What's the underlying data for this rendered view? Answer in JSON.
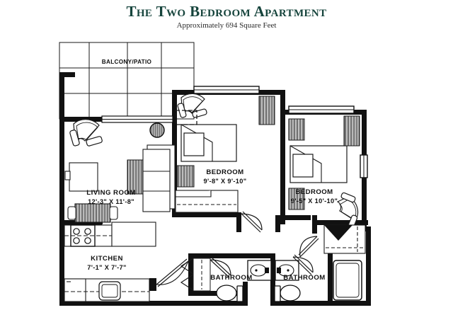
{
  "title": {
    "heading": "The Two Bedroom Apartment",
    "subtitle": "Approximately 694 Square Feet",
    "heading_color": "#16443c"
  },
  "floorplan": {
    "wall_color": "#111111",
    "line_color": "#1a1a1a",
    "rooms": [
      {
        "id": "balcony",
        "name": "BALCONY/PATIO",
        "dimensions": ""
      },
      {
        "id": "living",
        "name": "LIVING ROOM",
        "dimensions": "12'-3\" X 11'-8\""
      },
      {
        "id": "kitchen",
        "name": "KITCHEN",
        "dimensions": "7'-1\" X 7'-7\""
      },
      {
        "id": "bedroom1",
        "name": "BEDROOM",
        "dimensions": "9'-8\" X 9'-10\""
      },
      {
        "id": "bedroom2",
        "name": "BEDROOM",
        "dimensions": "9'-5\" X 10'-10\""
      },
      {
        "id": "bathroom1",
        "name": "BATHROOM",
        "dimensions": ""
      },
      {
        "id": "bathroom2",
        "name": "BATHROOM",
        "dimensions": ""
      }
    ]
  }
}
